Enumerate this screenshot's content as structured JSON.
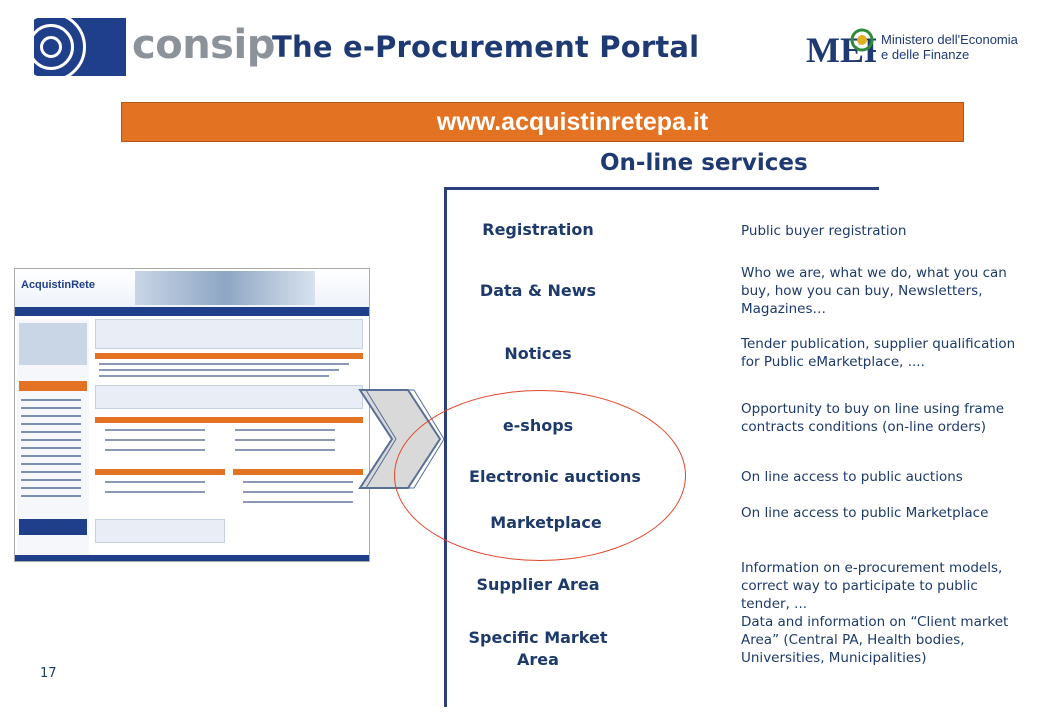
{
  "header": {
    "consip_word": "consip",
    "title": "The e-Procurement Portal",
    "mef_mark": "MEF",
    "mef_line1": "Ministero dell'Economia",
    "mef_line2": "e delle Finanze"
  },
  "url_bar": {
    "text": "www.acquistinretepa.it"
  },
  "section": {
    "heading": "On-line services"
  },
  "services": [
    {
      "label": "Registration",
      "description": "Public buyer registration"
    },
    {
      "label": "Data & News",
      "description": "Who we are, what we do, what you can buy, how you can buy, Newsletters, Magazines…"
    },
    {
      "label": "Notices",
      "description": "Tender publication, supplier qualification for Public eMarketplace, ...."
    },
    {
      "label": "e-shops",
      "description": "Opportunity to buy on line using frame contracts conditions (on-line orders)"
    },
    {
      "label": "Electronic auctions",
      "description": "On line access to public auctions"
    },
    {
      "label": "Marketplace",
      "description": "On line access to public Marketplace"
    },
    {
      "label": "Supplier Area",
      "description": "Information on e-procurement models, correct way to participate to public tender, ..."
    },
    {
      "label": "Specific Market Area",
      "description": "Data and information on “Client market Area” (Central PA, Health bodies, Universities, Municipalities)"
    }
  ],
  "thumbnail": {
    "logo_text": "AcquistinRete"
  },
  "footer": {
    "page_number": "17"
  },
  "colors": {
    "accent_orange": "#e37322",
    "navy": "#1f3a73",
    "ellipse_red": "#e0462a"
  },
  "icons": {
    "arrow": "chevron-arrow-icon"
  }
}
